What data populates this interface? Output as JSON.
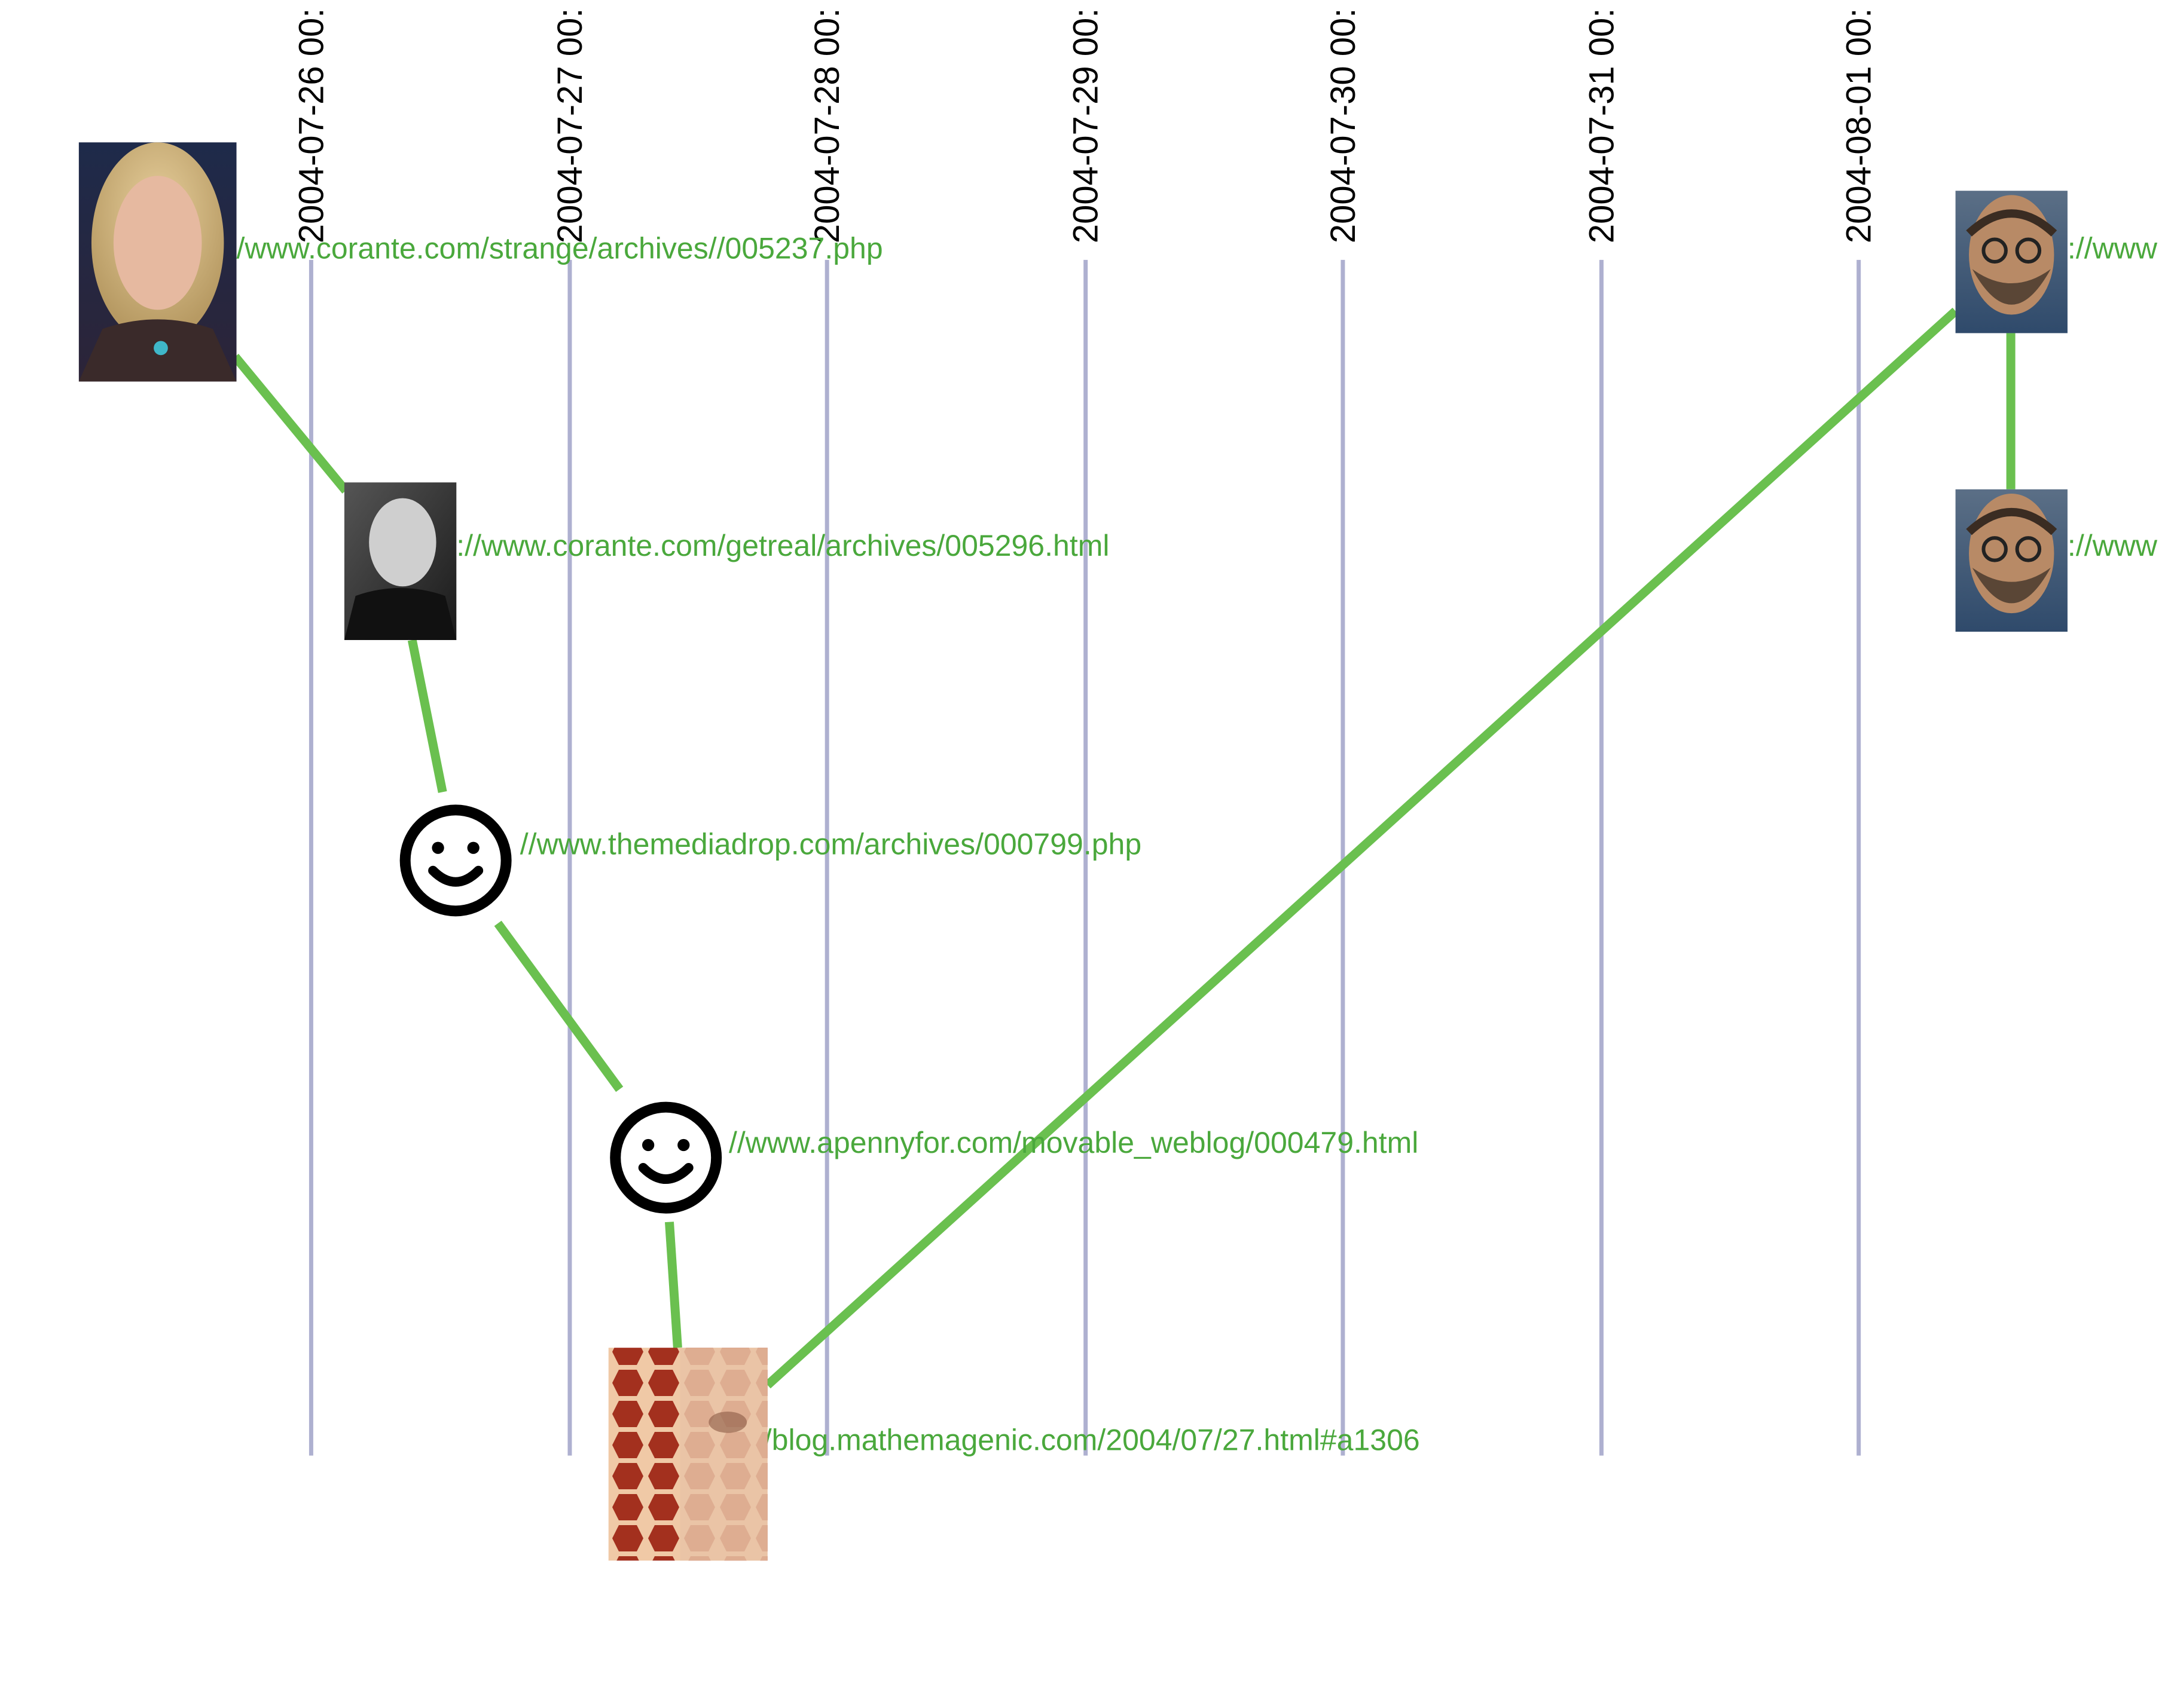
{
  "timeline": {
    "dates": [
      "2004-07-26 00:",
      "2004-07-27 00:",
      "2004-07-28 00:",
      "2004-07-29 00:",
      "2004-07-30 00:",
      "2004-07-31 00:",
      "2004-08-01 00:"
    ]
  },
  "nodes": [
    {
      "id": "n1",
      "avatar": "photo-woman-blonde",
      "url": "/www.corante.com/strange/archives//005237.php"
    },
    {
      "id": "n2",
      "avatar": "photo-man-bald",
      "url": "://www.corante.com/getreal/archives/005296.html"
    },
    {
      "id": "n3",
      "avatar": "smiley-icon",
      "url": "//www.themediadrop.com/archives/000799.php"
    },
    {
      "id": "n4",
      "avatar": "smiley-icon",
      "url": "//www.apennyfor.com/movable_weblog/000479.html"
    },
    {
      "id": "n5",
      "avatar": "photo-honeycomb-face",
      "url": "/blog.mathemagenic.com/2004/07/27.html#a1306"
    },
    {
      "id": "n6",
      "avatar": "photo-man-beard",
      "url": "://www"
    },
    {
      "id": "n7",
      "avatar": "photo-man-beard",
      "url": "://www"
    }
  ],
  "edges": [
    [
      "n1",
      "n2"
    ],
    [
      "n2",
      "n3"
    ],
    [
      "n3",
      "n4"
    ],
    [
      "n4",
      "n5"
    ],
    [
      "n5",
      "n6"
    ],
    [
      "n6",
      "n7"
    ]
  ],
  "colors": {
    "gridline": "#aeb0d0",
    "edge": "#6ac04f",
    "url_text": "#4aa83c",
    "date_text": "#000000"
  }
}
